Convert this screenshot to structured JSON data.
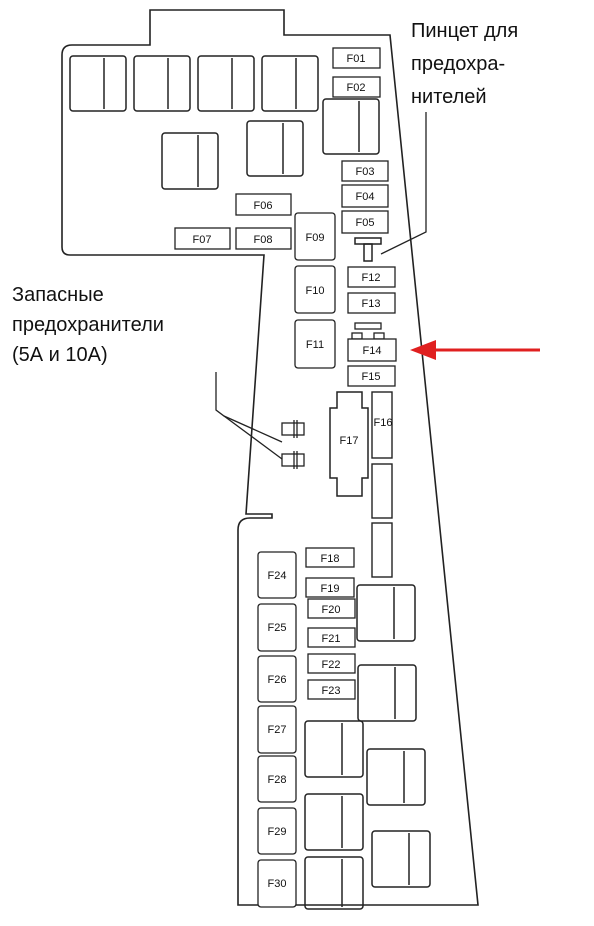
{
  "callouts": {
    "tweezers": [
      "Пинцет для",
      "предохра-",
      "нителей"
    ],
    "spares": [
      "Запасные",
      "предохранители",
      "(5А и 10А)"
    ]
  },
  "fuses": {
    "F01": "F01",
    "F02": "F02",
    "F03": "F03",
    "F04": "F04",
    "F05": "F05",
    "F06": "F06",
    "F07": "F07",
    "F08": "F08",
    "F09": "F09",
    "F10": "F10",
    "F11": "F11",
    "F12": "F12",
    "F13": "F13",
    "F14": "F14",
    "F15": "F15",
    "F16": "F16",
    "F17": "F17",
    "F18": "F18",
    "F19": "F19",
    "F20": "F20",
    "F21": "F21",
    "F22": "F22",
    "F23": "F23",
    "F24": "F24",
    "F25": "F25",
    "F26": "F26",
    "F27": "F27",
    "F28": "F28",
    "F29": "F29",
    "F30": "F30"
  },
  "colors": {
    "arrow": "#e02020",
    "outline": "#222222",
    "text": "#111111"
  }
}
